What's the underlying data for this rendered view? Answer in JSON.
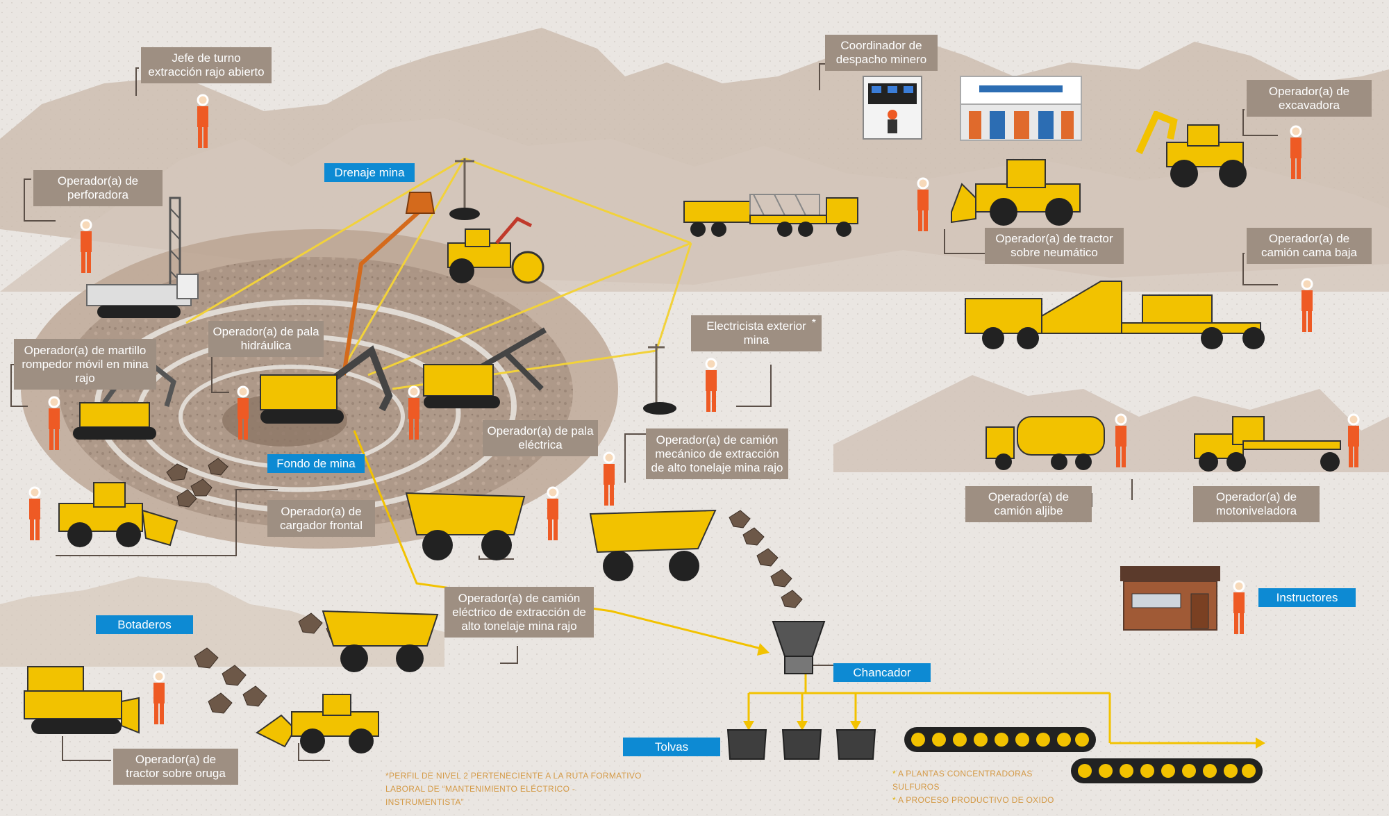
{
  "labels": {
    "jefe_turno": "Jefe de turno extracción rajo abierto",
    "coordinador": "Coordinador de despacho minero",
    "op_excavadora": "Operador(a) de excavadora",
    "op_perforadora": "Operador(a) de perforadora",
    "op_tractor_neumatico": "Operador(a) de tractor sobre neumático",
    "op_camion_cama_baja": "Operador(a) de camión cama baja",
    "op_martillo": "Operador(a) de martillo rompedor móvil en mina rajo",
    "op_pala_hidraulica": "Operador(a) de pala hidráulica",
    "electricista": "Electricista exterior mina",
    "electricista_mark": "*",
    "op_pala_electrica": "Operador(a) de pala eléctrica",
    "op_camion_mecanico": "Operador(a) de camión mecánico de extracción de alto tonelaje mina rajo",
    "op_cargador": "Operador(a) de cargador frontal",
    "op_camion_aljibe": "Operador(a) de camión aljibe",
    "op_motoniveladora": "Operador(a) de motoniveladora",
    "op_camion_electrico": "Operador(a) de camión eléctrico de extracción de alto tonelaje mina rajo",
    "op_tractor_oruga": "Operador(a) de tractor sobre oruga"
  },
  "zones": {
    "drenaje": "Drenaje mina",
    "fondo": "Fondo de mina",
    "botaderos": "Botaderos",
    "chancador": "Chancador",
    "tolvas": "Tolvas",
    "instructores": "Instructores"
  },
  "notes": {
    "perfil_line1": "*PERFIL DE NIVEL 2 PERTENECIENTE A LA RUTA FORMATIVO",
    "perfil_line2": "LABORAL DE “MANTENIMIENTO ELÉCTRICO - INSTRUMENTISTA”",
    "planta_line1": "A PLANTAS CONCENTRADORAS SULFUROS",
    "planta_line2": "A PROCESO PRODUCTIVO DE OXIDO",
    "bullet": "*"
  },
  "colors": {
    "label_bg": "#9e8f82",
    "tag_blue": "#0d8ad3",
    "machine_yellow": "#f2c200",
    "flow_line": "#f2c200",
    "power_line": "#f2d23a",
    "pipe_orange": "#d46a1c",
    "worker_orange": "#ee5a24",
    "note_color": "#d49a47"
  },
  "icons": {
    "worker": "miner-worker-icon",
    "control_room": "control-room-icon",
    "building": "office-building-icon",
    "hopper": "crusher-hopper-icon",
    "conveyor": "conveyor-belt-icon"
  }
}
